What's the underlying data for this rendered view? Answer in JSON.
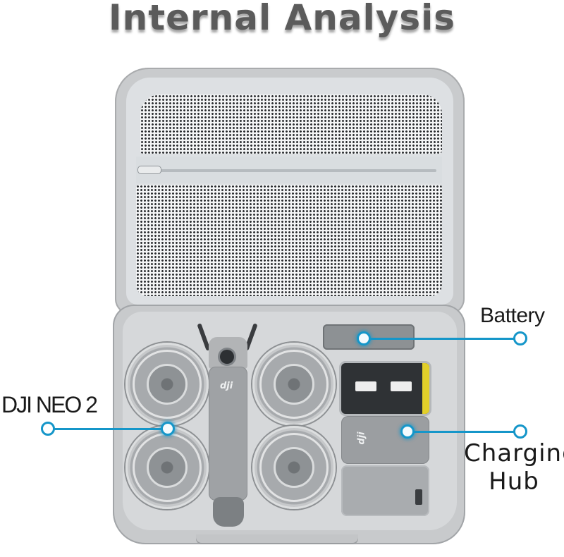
{
  "header": {
    "title": "Internal Analysis"
  },
  "product": {
    "case_color": "#c8cacc",
    "mesh_pocket": "zippered-mesh-pocket",
    "drone_logo": "dji",
    "hub_logo": "dji"
  },
  "callouts": [
    {
      "id": "battery",
      "label": "Battery"
    },
    {
      "id": "drone",
      "label": "DJI NEO 2"
    },
    {
      "id": "charging-hub",
      "label_line1": "Charging",
      "label_line2": "Hub"
    }
  ],
  "colors": {
    "callout_line": "#1596c9",
    "title_text": "#5b5b5b",
    "label_text": "#1a1a1a"
  }
}
